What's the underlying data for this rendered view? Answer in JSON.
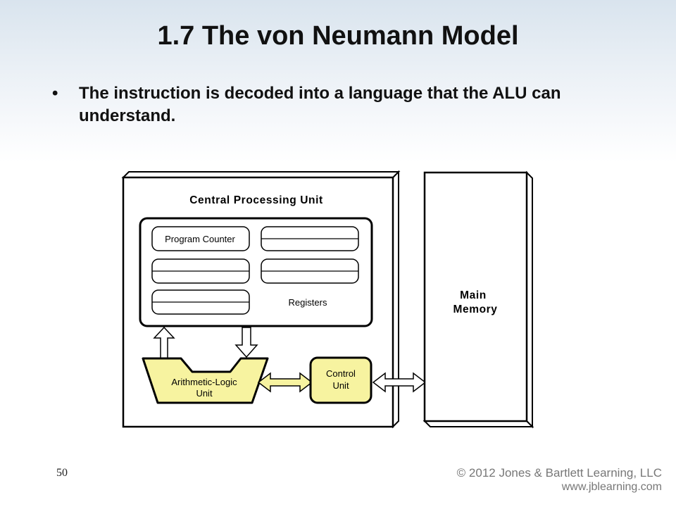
{
  "slide": {
    "title": "1.7 The von Neumann Model",
    "bullet_symbol": "•",
    "bullet_text": "The instruction is decoded into a language that the ALU can understand.",
    "page_number": "50"
  },
  "diagram": {
    "cpu_label": "Central Processing Unit",
    "program_counter_label": "Program Counter",
    "registers_label": "Registers",
    "alu_label_line1": "Arithmetic-Logic",
    "alu_label_line2": "Unit",
    "control_label_line1": "Control",
    "control_label_line2": "Unit",
    "memory_label_line1": "Main",
    "memory_label_line2": "Memory",
    "highlight_color": "#f7f3a0"
  },
  "footer": {
    "copyright": "© 2012 Jones & Bartlett Learning, LLC",
    "website": "www.jblearning.com"
  }
}
